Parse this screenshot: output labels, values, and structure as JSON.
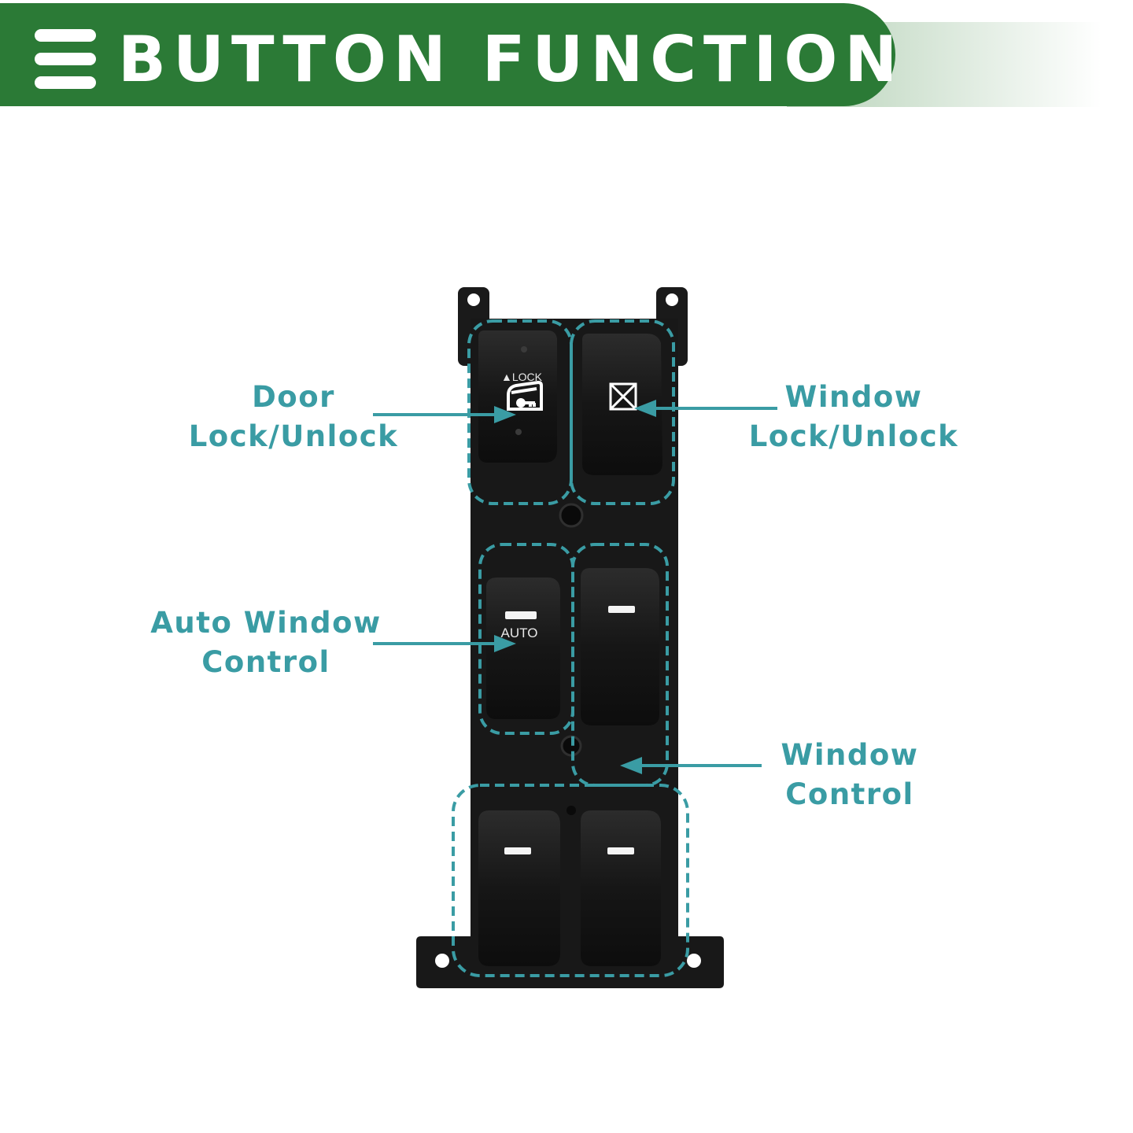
{
  "header": {
    "title": "BUTTON FUNCTION",
    "menu_icon": "menu-icon",
    "color": "#2b7a36"
  },
  "product": {
    "button_labels": {
      "lock": "▲LOCK",
      "auto": "AUTO"
    }
  },
  "callouts": {
    "door_lock": {
      "line1": "Door",
      "line2": "Lock/Unlock"
    },
    "window_lock": {
      "line1": "Window",
      "line2": "Lock/Unlock"
    },
    "auto_window": {
      "line1": "Auto Window",
      "line2": "Control"
    },
    "window_control": {
      "line1": "Window",
      "line2": "Control"
    }
  },
  "colors": {
    "accent": "#3a9ca4",
    "switch_body": "#1b1b1b"
  }
}
